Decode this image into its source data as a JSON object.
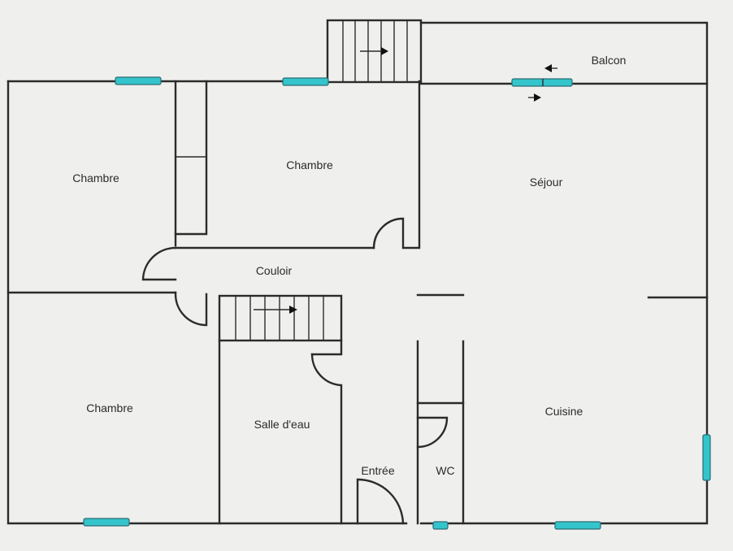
{
  "rooms": {
    "chambre_left": "Chambre",
    "chambre_center": "Chambre",
    "sejour": "Séjour",
    "balcon": "Balcon",
    "couloir": "Couloir",
    "chambre_bottom": "Chambre",
    "salle_eau": "Salle d'eau",
    "cuisine": "Cuisine",
    "entree": "Entrée",
    "wc": "WC"
  },
  "colors": {
    "wall": "#2b2b2b",
    "window": "#33c4cc",
    "background": "#efefee"
  }
}
